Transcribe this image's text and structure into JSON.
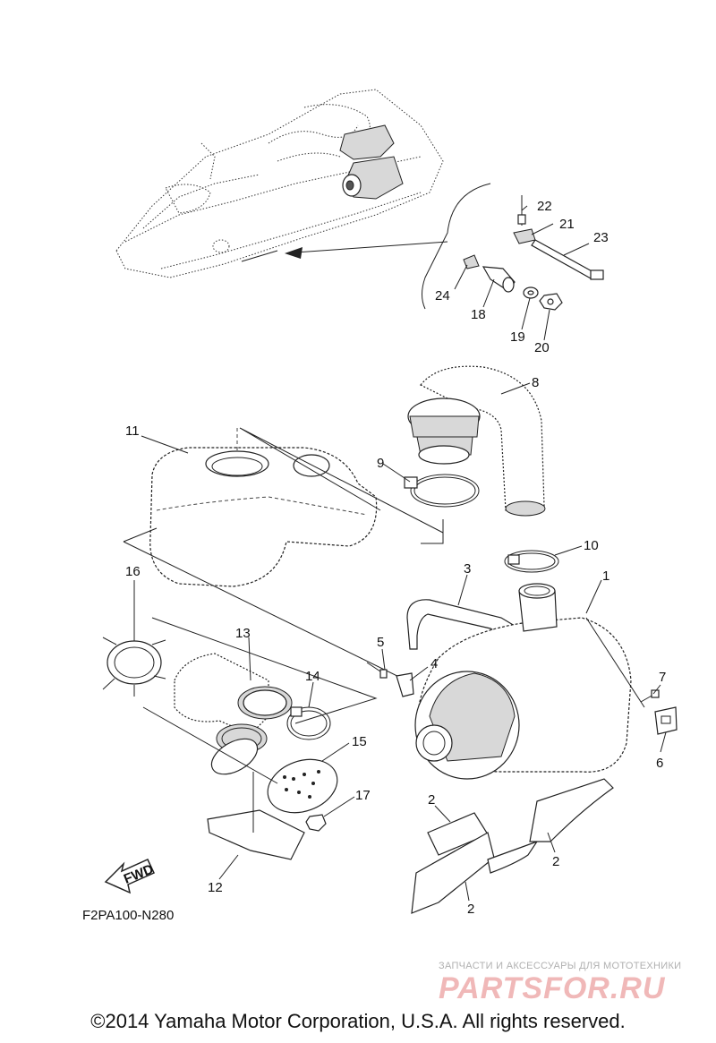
{
  "callouts": {
    "c1": "1",
    "c2a": "2",
    "c2b": "2",
    "c2c": "2",
    "c3": "3",
    "c4": "4",
    "c5": "5",
    "c6": "6",
    "c7": "7",
    "c8": "8",
    "c9": "9",
    "c10": "10",
    "c11": "11",
    "c12": "12",
    "c13": "13",
    "c14": "14",
    "c15": "15",
    "c16": "16",
    "c17": "17",
    "c18": "18",
    "c19": "19",
    "c20": "20",
    "c21": "21",
    "c22": "22",
    "c23": "23",
    "c24": "24"
  },
  "fwd_label": "FWD",
  "diagram_code": "F2PA100-N280",
  "watermark": {
    "tagline": "ЗАПЧАСТИ И АКСЕССУАРЫ ДЛЯ МОТОТЕХНИКИ",
    "brand": "PARTSFOR.RU"
  },
  "copyright": "©2014 Yamaha Motor Corporation, U.S.A. All rights reserved."
}
